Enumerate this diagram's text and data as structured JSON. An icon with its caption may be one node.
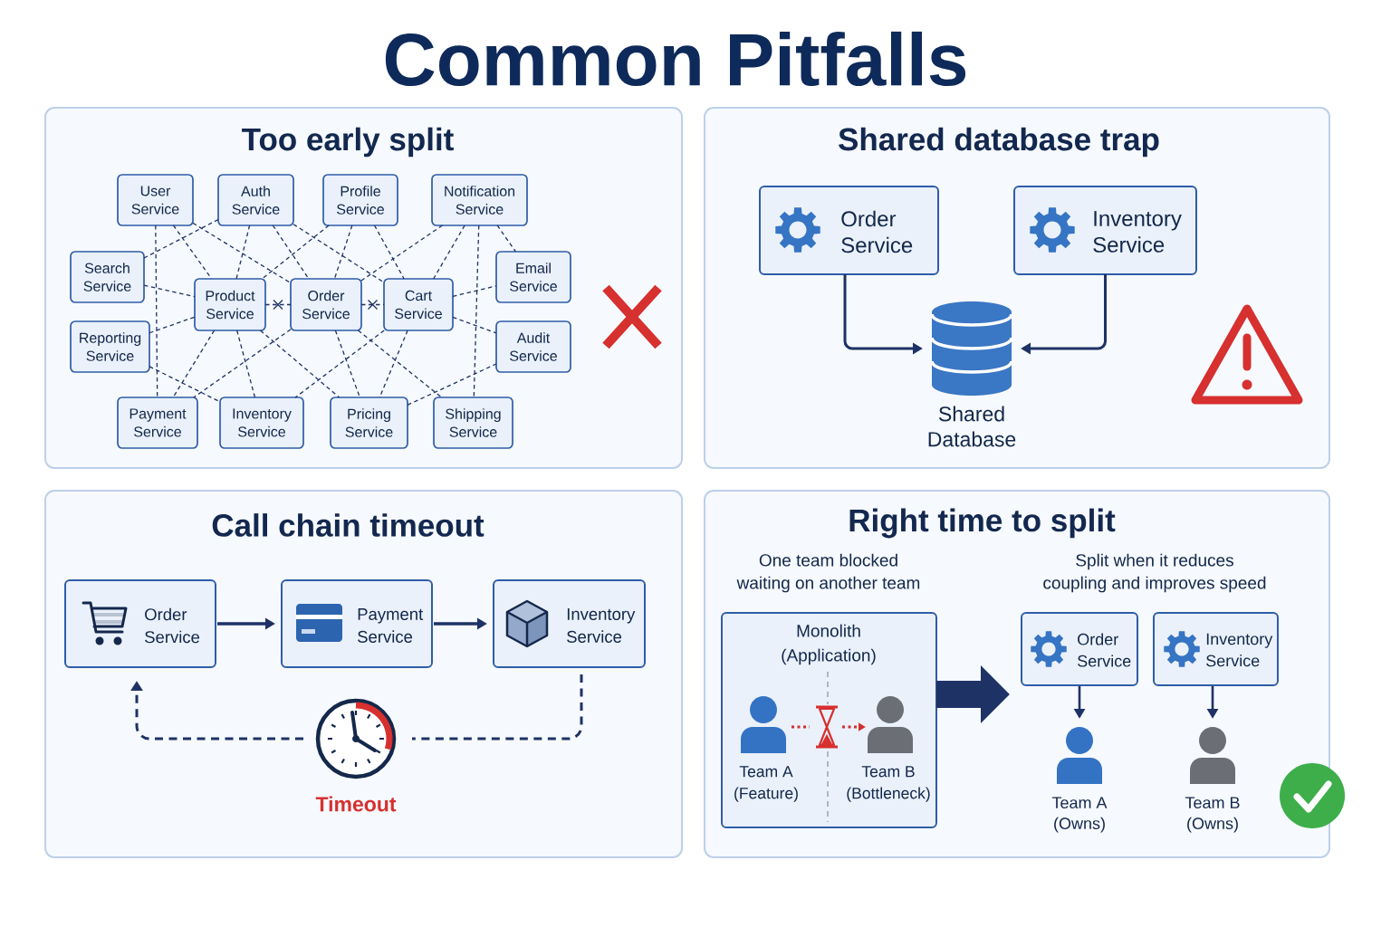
{
  "diagram": {
    "title": "Common Pitfalls",
    "nodes": [
      {
        "text": [
          "Too early split"
        ]
      },
      {
        "text": [
          "User Service"
        ],
        "in": 0
      },
      {
        "text": [
          "Auth Service"
        ],
        "in": 0
      },
      {
        "text": [
          "Profile Service"
        ],
        "in": 0
      },
      {
        "text": [
          "Notification Service"
        ],
        "in": 0
      },
      {
        "text": [
          "Search Service"
        ],
        "in": 0
      },
      {
        "text": [
          "Product Service"
        ],
        "in": 0
      },
      {
        "text": [
          "Order Service"
        ],
        "in": 0
      },
      {
        "text": [
          "Cart Service"
        ],
        "in": 0
      },
      {
        "text": [
          "Email Service"
        ],
        "in": 0
      },
      {
        "text": [
          "Reporting Service"
        ],
        "in": 0
      },
      {
        "text": [
          "Audit Service"
        ],
        "in": 0
      },
      {
        "text": [
          "Payment Service"
        ],
        "in": 0
      },
      {
        "text": [
          "Inventory Service"
        ],
        "in": 0
      },
      {
        "text": [
          "Pricing Service"
        ],
        "in": 0
      },
      {
        "text": [
          "Shipping Service"
        ],
        "in": 0
      },
      {
        "text": [
          "Shared database trap"
        ]
      },
      {
        "text": [
          "Order Service"
        ],
        "in": 16
      },
      {
        "text": [
          "Inventory Service"
        ],
        "in": 16
      },
      {
        "text": [
          "Shared Database"
        ],
        "in": 16
      },
      {
        "text": [
          "Call chain timeout"
        ]
      },
      {
        "text": [
          "Order Service"
        ],
        "in": 20
      },
      {
        "text": [
          "Payment Service"
        ],
        "in": 20
      },
      {
        "text": [
          "Inventory Service"
        ],
        "in": 20
      },
      {
        "text": [
          "Timeout"
        ],
        "in": 20
      },
      {
        "text": [
          "Right time to split"
        ]
      },
      {
        "text": [
          "Monolith (Application)"
        ],
        "in": 25
      },
      {
        "text": [
          "Team A (Feature)"
        ],
        "in": 26
      },
      {
        "text": [],
        "shape": "picture",
        "in": 26
      },
      {
        "text": [
          "Team B (Bottleneck)"
        ],
        "in": 26
      },
      {
        "text": [
          "Order Service"
        ],
        "in": 25
      },
      {
        "text": [
          "Inventory Service"
        ],
        "in": 25
      },
      {
        "text": [
          "Team A (Owns)"
        ],
        "in": 25
      },
      {
        "text": [
          "Team B (Owns)"
        ],
        "in": 25
      }
    ],
    "edges": [
      {
        "from": 1,
        "to": 12,
        "arrow": "none",
        "style": "dashed"
      },
      {
        "from": 1,
        "to": 6,
        "arrow": "none",
        "style": "dashed"
      },
      {
        "from": 1,
        "to": 7,
        "arrow": "none",
        "style": "dashed"
      },
      {
        "from": 2,
        "to": 5,
        "arrow": "none",
        "style": "dashed"
      },
      {
        "from": 2,
        "to": 6,
        "arrow": "none",
        "style": "dashed"
      },
      {
        "from": 2,
        "to": 7,
        "arrow": "none",
        "style": "dashed"
      },
      {
        "from": 2,
        "to": 8,
        "arrow": "none",
        "style": "dashed"
      },
      {
        "from": 3,
        "to": 6,
        "arrow": "none",
        "style": "dashed"
      },
      {
        "from": 3,
        "to": 7,
        "arrow": "none",
        "style": "dashed"
      },
      {
        "from": 3,
        "to": 8,
        "arrow": "none",
        "style": "dashed"
      },
      {
        "from": 4,
        "to": 7,
        "arrow": "none",
        "style": "dashed"
      },
      {
        "from": 4,
        "to": 8,
        "arrow": "none",
        "style": "dashed"
      },
      {
        "from": 4,
        "to": 9,
        "arrow": "none",
        "style": "dashed"
      },
      {
        "from": 4,
        "to": 15,
        "arrow": "none",
        "style": "dashed"
      },
      {
        "from": 5,
        "to": 6,
        "arrow": "none",
        "style": "dashed"
      },
      {
        "from": 6,
        "to": 7,
        "arrow": "none",
        "style": "dashed"
      },
      {
        "from": 7,
        "to": 8,
        "arrow": "none",
        "style": "dashed"
      },
      {
        "from": 8,
        "to": 9,
        "arrow": "none",
        "style": "dashed"
      },
      {
        "from": 8,
        "to": 11,
        "arrow": "none",
        "style": "dashed"
      },
      {
        "from": 10,
        "to": 6,
        "arrow": "none",
        "style": "dashed"
      },
      {
        "from": 10,
        "to": 13,
        "arrow": "none",
        "style": "dashed"
      },
      {
        "from": 6,
        "to": 12,
        "arrow": "none",
        "style": "dashed"
      },
      {
        "from": 6,
        "to": 13,
        "arrow": "none",
        "style": "dashed"
      },
      {
        "from": 6,
        "to": 14,
        "arrow": "none",
        "style": "dashed"
      },
      {
        "from": 7,
        "to": 12,
        "arrow": "none",
        "style": "dashed"
      },
      {
        "from": 7,
        "to": 14,
        "arrow": "none",
        "style": "dashed"
      },
      {
        "from": 7,
        "to": 15,
        "arrow": "none",
        "style": "dashed"
      },
      {
        "from": 8,
        "to": 13,
        "arrow": "none",
        "style": "dashed"
      },
      {
        "from": 8,
        "to": 14,
        "arrow": "none",
        "style": "dashed"
      },
      {
        "from": 14,
        "to": 11,
        "arrow": "none",
        "style": "dashed"
      },
      {
        "from": 17,
        "to": 19,
        "arrow": "to"
      },
      {
        "from": 18,
        "to": 19,
        "arrow": "to"
      },
      {
        "from": 21,
        "to": 22,
        "arrow": "to"
      },
      {
        "from": 22,
        "to": 23,
        "arrow": "to"
      },
      {
        "from": 23,
        "to": 24,
        "arrow": "none",
        "style": "dashed"
      },
      {
        "from": 24,
        "to": 21,
        "arrow": "to",
        "style": "dashed"
      },
      {
        "from": 27,
        "to": 28,
        "arrow": "none",
        "style": "dashed",
        "color": "#d32f2f"
      },
      {
        "from": 28,
        "to": 29,
        "arrow": "to",
        "style": "dashed",
        "color": "#d32f2f"
      },
      {
        "from": 26,
        "to": null,
        "arrow": "to",
        "style": "thick"
      },
      {
        "from": 30,
        "to": 32,
        "arrow": "to"
      },
      {
        "from": 31,
        "to": 33,
        "arrow": "to"
      }
    ],
    "labels": [
      "One team blocked waiting on another team",
      "Split when it reduces coupling and improves speed"
    ]
  }
}
